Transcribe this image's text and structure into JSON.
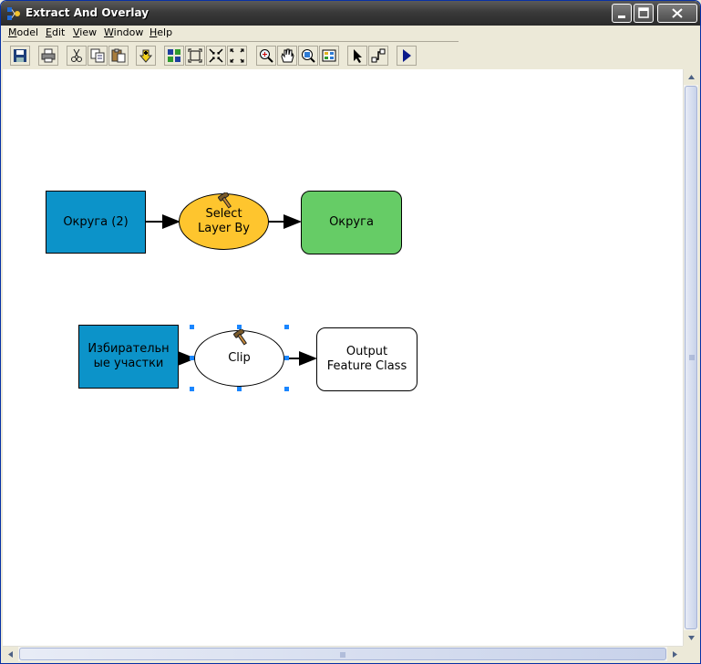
{
  "window": {
    "title": "Extract And Overlay"
  },
  "menu": [
    {
      "id": "model",
      "label": "Model",
      "underline": "M",
      "rest": "odel"
    },
    {
      "id": "edit",
      "label": "Edit",
      "underline": "E",
      "rest": "dit"
    },
    {
      "id": "view",
      "label": "View",
      "underline": "V",
      "rest": "iew"
    },
    {
      "id": "window",
      "label": "Window",
      "underline": "W",
      "rest": "indow"
    },
    {
      "id": "help",
      "label": "Help",
      "underline": "H",
      "rest": "elp"
    }
  ],
  "toolbar": {
    "icons": [
      "save-icon",
      "print-icon",
      "cut-icon",
      "copy-icon",
      "paste-icon",
      "add-data-icon",
      "auto-layout-icon",
      "full-extent-icon",
      "fixed-zoom-in-icon",
      "fixed-zoom-out-icon",
      "zoom-in-icon",
      "pan-icon",
      "zoom-to-data-icon",
      "overview-icon",
      "select-pointer-icon",
      "connect-icon",
      "run-icon"
    ]
  },
  "model": {
    "row1": {
      "input": "Округа (2)",
      "tool": "Select Layer By",
      "tool_line1": "Select",
      "tool_line2": "Layer By",
      "output": "Округа"
    },
    "row2": {
      "input": "Избирательные участки",
      "input_line1": "Избирательн",
      "input_line2": "ые участки",
      "tool": "Clip",
      "output": "Output Feature Class",
      "output_line1": "Output",
      "output_line2": "Feature Class"
    }
  },
  "colors": {
    "input_fill": "#0c93c9",
    "tool_fill": "#fec52e",
    "derived_fill": "#66cc66",
    "empty_fill": "#ffffff",
    "selection_handle": "#1a86ff"
  }
}
